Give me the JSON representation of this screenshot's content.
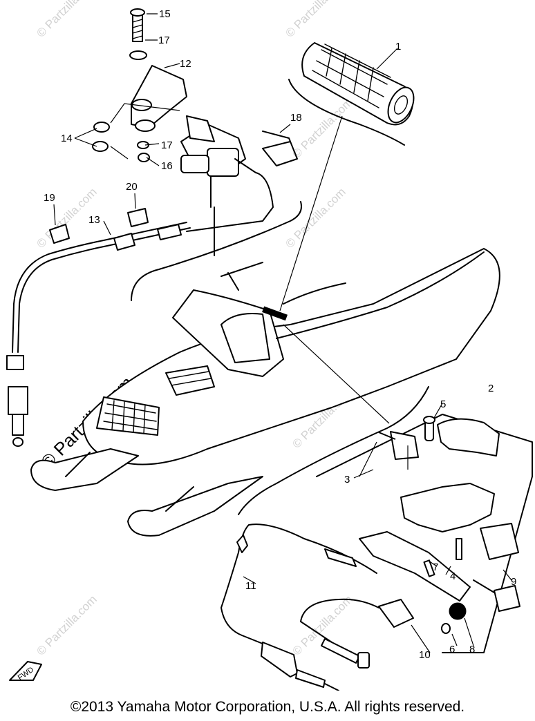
{
  "diagram": {
    "callouts": [
      "1",
      "2",
      "3",
      "4",
      "5",
      "6",
      "7",
      "8",
      "9",
      "10",
      "11",
      "12",
      "13",
      "14",
      "15",
      "16",
      "17",
      "17",
      "18",
      "19",
      "20"
    ],
    "watermarks": [
      "© Partzilla.com",
      "© Partzilla.com",
      "© Partzilla.com",
      "© Partzilla.com",
      "© Partzilla.com",
      "© Partzilla.com",
      "© Partzilla.com",
      "© Partzilla.com"
    ],
    "center_watermark": "© Partzilla.com",
    "fwd_marker": "FWD"
  },
  "footer": {
    "copyright": "©2013  Yamaha Motor Corporation, U.S.A. All rights reserved."
  }
}
